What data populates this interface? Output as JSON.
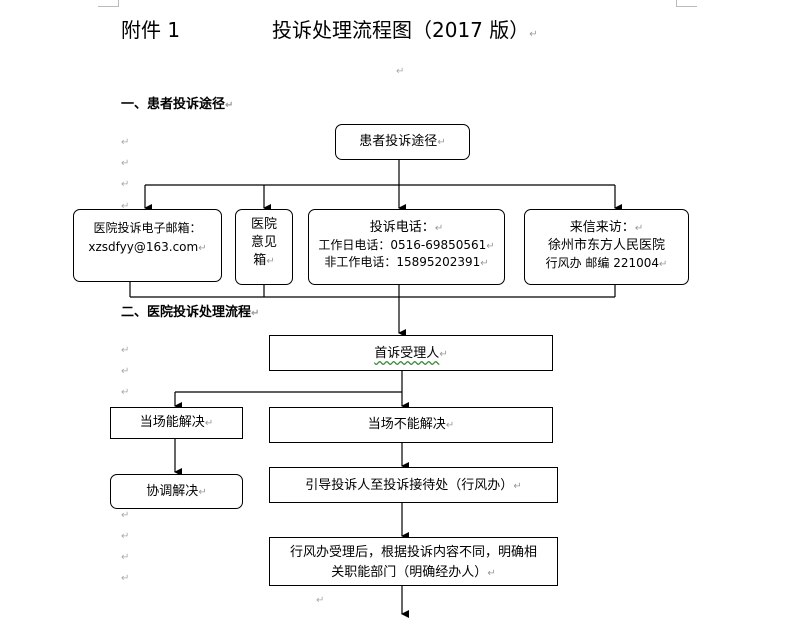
{
  "header": {
    "attachment": "附件 1",
    "title": "投诉处理流程图（2017 版）"
  },
  "sections": {
    "s1": "一、患者投诉途径",
    "s2": "二、医院投诉处理流程"
  },
  "nodes": {
    "channels": "患者投诉途径",
    "email_label": "医院投诉电子邮箱：",
    "email_value": "xzsdfyy@163.com",
    "box_l1": "医院",
    "box_l2": "意见",
    "box_l3": "箱",
    "phone_title": "投诉电话：",
    "phone_work": "工作日电话：0516-69850561",
    "phone_off": "非工作电话：15895202391",
    "letter_title": "来信来访：",
    "letter_l1": "徐州市东方人民医院",
    "letter_l2": "行风办  邮编 221004",
    "first_receiver": "首诉受理人",
    "solve_now": "当场能解决",
    "coordinate": "协调解决",
    "cannot_solve": "当场不能解决",
    "guide": "引导投诉人至投诉接待处（行风办）",
    "after_l1": "行风办受理后，根据投诉内容不同，明确相",
    "after_l2": "关职能部门（明确经办人）"
  },
  "marks": {
    "para": "↵"
  }
}
